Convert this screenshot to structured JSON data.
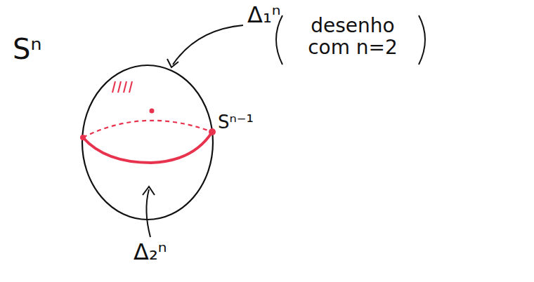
{
  "diagram": {
    "labels": [
      "Sⁿ",
      "Δ₁ⁿ",
      "Sⁿ⁻¹",
      "desenho com n=2",
      "Δ₂ⁿ"
    ]
  }
}
